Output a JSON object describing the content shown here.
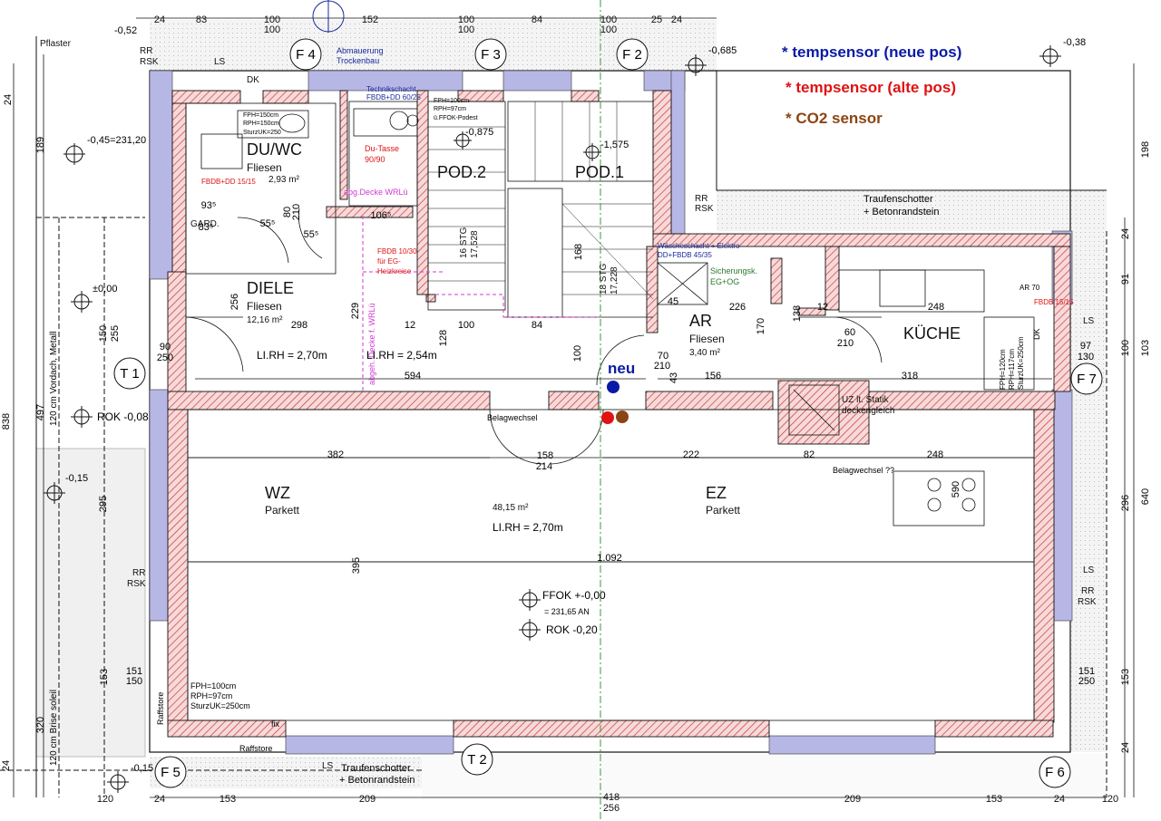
{
  "legend": [
    {
      "text": "* tempsensor (neue pos)",
      "color": "#0a1aa6"
    },
    {
      "text": "* tempsensor (alte pos)",
      "color": "#e01212"
    },
    {
      "text": "* CO2 sensor",
      "color": "#8b4513"
    }
  ],
  "sensor_label": "neu",
  "colors": {
    "sensor_new": "#0a1aa6",
    "sensor_old": "#e01212",
    "sensor_co2": "#8b4513",
    "wall_fill": "#f7d9d9",
    "wall_hatch": "#c43a3a",
    "insulation": "#b7b7e6",
    "gravel": "#f2f2f2",
    "axis": "#3a9a3a"
  },
  "windows": [
    "F 4",
    "F 3",
    "F 2",
    "F 7",
    "F 5",
    "F 6",
    "T 1",
    "T 2"
  ],
  "rooms": {
    "duwc": {
      "name": "DU/WC",
      "floor": "Fliesen",
      "area": "2,93 m²"
    },
    "diele": {
      "name": "DIELE",
      "floor": "Fliesen",
      "area": "12,16 m²"
    },
    "pod2": {
      "name": "POD.2"
    },
    "pod1": {
      "name": "POD.1"
    },
    "ar": {
      "name": "AR",
      "floor": "Fliesen",
      "area": "3,40 m²"
    },
    "kueche": {
      "name": "KÜCHE"
    },
    "wz": {
      "name": "WZ",
      "floor": "Parkett"
    },
    "ez": {
      "name": "EZ",
      "floor": "Parkett"
    }
  },
  "annotations": {
    "pflaster": "Pflaster",
    "rr_rsk": "RR",
    "rsk": "RSK",
    "ls": "LS",
    "dk": "DK",
    "abmauerung": "Abmauerung",
    "trockenbau": "Trockenbau",
    "techschacht": "Technikschacht",
    "fbdb_dd": "FBDB+DD 60/25",
    "fph100": "FPH=100cm",
    "rph97": "RPH=97cm",
    "ffok_podest": "ü.FFOK-Podest",
    "fph150": "FPH=150cm",
    "rph150": "RPH=150cm",
    "sturz250": "SturzUK=250",
    "dutasse": "Du-Tasse",
    "dutasse_dim": "90/90",
    "abg_decke": "abg.Decke WRLü",
    "abg_decke_v": "abgeh. Decke f. WRLü",
    "fbdb_dd15": "FBDB+DD 15/15",
    "fbdb_eg": "FBDB 10/30",
    "fbdb_eg2": "für EG-",
    "fbdb_eg3": "Heizkreise",
    "gard": "GARD.",
    "stg16": "16 STG",
    "stg16b": "17,528",
    "stg18": "18 STG",
    "stg18b": "17,228",
    "waschschacht": "Wäscheschacht + Elektro",
    "waschschacht2": "DD+FBDB 45/35",
    "sicherung": "Sicherungsk.",
    "sicherung2": "EG+OG",
    "fbdb1515": "FBDB 15/15",
    "ar70": "AR 70",
    "uz": "UZ lt. Statik",
    "uz2": "deckengleich",
    "belag": "Belagwechsel",
    "belag2": "Belagwechsel ??",
    "wz_area": "48,15 m²",
    "wz_lirh": "LI.RH = 2,70m",
    "diele_lirh": "LI.RH = 2,70m",
    "stair_lirh": "LI.RH = 2,54m",
    "ffok": "FFOK +-0,00",
    "ffok_an": "= 231,65 AN",
    "rok020": "ROK -0,20",
    "rok008": "ROK -0,08",
    "pm0": "±0,00",
    "lvl_045": "-0,45=231,20",
    "lvl_0875": "-0,875",
    "lvl_1575": "-1,575",
    "lvl_052": "-0,52",
    "lvl_0685": "-0,685",
    "lvl_038": "-0,38",
    "lvl_015": "-0,15",
    "lvl_015b": "-0,15",
    "fph100b": "FPH=100cm",
    "rph97b": "RPH=97cm",
    "sturz250b": "SturzUK=250cm",
    "fph120": "FPH=120cm",
    "rph117": "RPH=117cm",
    "sturz250c": "SturzUK=250cm",
    "raffstore": "Raffstore",
    "raffstore2": "Raffstore",
    "traufen1": "Traufenschotter",
    "traufen1b": "+ Betonrandstein",
    "traufen2": "Traufenschotter",
    "traufen2b": "+ Betonrandstein",
    "vordach": "120 cm Vordach, Metall",
    "brise": "120 cm Brise soleil",
    "fix": "fix"
  },
  "dims_top": [
    "24",
    "83",
    "100",
    "100",
    "152",
    "100",
    "100",
    "84",
    "100",
    "100",
    "25",
    "24"
  ],
  "dims_bottom": [
    "120",
    "24",
    "153",
    "209",
    "418",
    "256",
    "209",
    "153",
    "24",
    "120"
  ],
  "dims_left": [
    "24",
    "189",
    "497",
    "838",
    "320",
    "24"
  ],
  "dims_right": [
    "198",
    "24",
    "91",
    "100",
    "103",
    "296",
    "640",
    "153",
    "24"
  ],
  "dims_inner": [
    "594",
    "382",
    "158",
    "214",
    "222",
    "82",
    "248",
    "1.092",
    "395",
    "318",
    "156",
    "226",
    "248",
    "298",
    "229",
    "256",
    "150",
    "255",
    "295",
    "100",
    "84",
    "128",
    "168",
    "138",
    "170",
    "100",
    "106⁵",
    "55⁵",
    "55⁵",
    "93⁵",
    "83⁵",
    "12",
    "12",
    "45",
    "43",
    "70",
    "210",
    "60",
    "210",
    "90",
    "250",
    "97",
    "130",
    "151",
    "150",
    "151",
    "250",
    "153",
    "590",
    "80",
    "210"
  ]
}
